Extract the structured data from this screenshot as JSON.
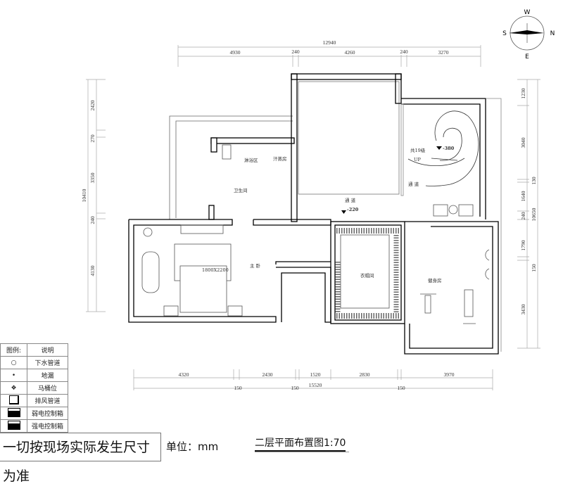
{
  "compass": {
    "n": "N",
    "s": "S",
    "e": "E",
    "w": "W"
  },
  "dimensions": {
    "top_total": "12940",
    "top": [
      "4930",
      "240",
      "4260",
      "240",
      "3270"
    ],
    "left_total": "10410",
    "left": [
      "2420",
      "270",
      "3350",
      "240",
      "4130"
    ],
    "right_total": "10650",
    "right": [
      "1230",
      "3040",
      "130",
      "1640",
      "240",
      "1790",
      "150",
      "3430"
    ],
    "bottom_total": "15520",
    "bottom": [
      "4320",
      "2430",
      "1520",
      "2830",
      "3970"
    ],
    "bottom_walls": [
      "150",
      "150",
      "150"
    ]
  },
  "rooms": {
    "shower": "淋浴区",
    "sauna": "汗蒸房",
    "bathroom": "卫生间",
    "stairs": "共19级",
    "stairs_up": "UP",
    "stair_level": "-380",
    "corridor_right": "通 道",
    "corridor": "通 道",
    "corridor_level": "-220",
    "master_bedroom": "主 卧",
    "bed_size": "1800X2200",
    "wardrobe": "衣帽间",
    "gym": "健身房"
  },
  "legend": {
    "header": [
      "图例:",
      "说明"
    ],
    "items": [
      {
        "icon": "drain-pipe-icon",
        "label": "下水管道"
      },
      {
        "icon": "floor-drain-icon",
        "label": "地漏"
      },
      {
        "icon": "toilet-position-icon",
        "label": "马桶位"
      },
      {
        "icon": "exhaust-duct-icon",
        "label": "排风管道"
      },
      {
        "icon": "weak-current-box-icon",
        "label": "弱电控制箱"
      },
      {
        "icon": "strong-current-box-icon",
        "label": "强电控制箱"
      }
    ]
  },
  "note": "一切按现场实际发生尺寸为准",
  "unit": "单位：mm",
  "title": "二层平面布置图1:70"
}
